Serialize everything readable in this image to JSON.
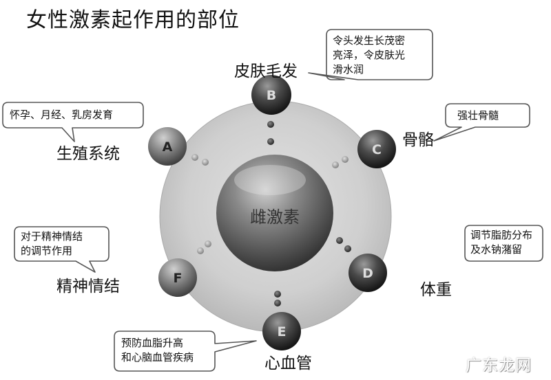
{
  "title": "女性激素起作用的部位",
  "center_label": "雌激素",
  "nodes": {
    "a": {
      "letter": "A",
      "label": "生殖系统",
      "note": [
        "怀孕、月经、乳房发育"
      ]
    },
    "b": {
      "letter": "B",
      "label": "皮肤毛发",
      "note": [
        "令头发生长茂密",
        "亮泽，令皮肤光",
        "滑水润"
      ]
    },
    "c": {
      "letter": "C",
      "label": "骨骼",
      "note": [
        "强壮骨髓"
      ]
    },
    "d": {
      "letter": "D",
      "label": "体重",
      "note": [
        "调节脂肪分布",
        "及水钠潴留"
      ]
    },
    "e": {
      "letter": "E",
      "label": "心血管",
      "note": [
        "预防血脂升高",
        "和心脑血管疾病"
      ]
    },
    "f": {
      "letter": "F",
      "label": "精神情结",
      "note": [
        "对于精神情结",
        "的调节作用"
      ]
    }
  },
  "watermark": "广东龙网",
  "colors": {
    "outer_disc": "#c9c9c9",
    "sphere_dark": "#2e2e2e",
    "sphere_light": "#9a9a9a",
    "bubble_border": "#555555"
  }
}
